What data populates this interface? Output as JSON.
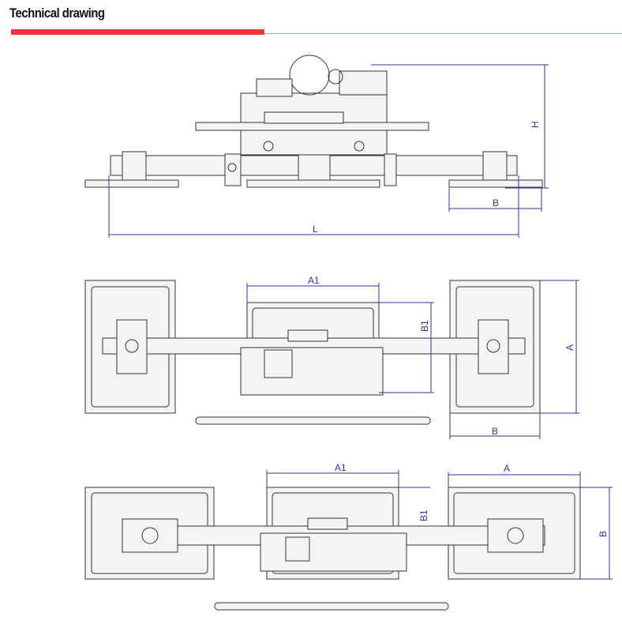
{
  "header": {
    "title": "Technical drawing"
  },
  "views": {
    "side": {
      "height_label": "H",
      "pad_width_label": "B",
      "length_label": "L"
    },
    "top_a": {
      "a1_label": "A1",
      "b1_label": "B1",
      "a_label": "A",
      "b_label": "B"
    },
    "top_b": {
      "a1_label": "A1",
      "b1_label": "B1",
      "a_label": "A",
      "b_label": "B"
    }
  },
  "colors": {
    "accent": "#f4333f",
    "dimension": "#3b2f9e"
  }
}
